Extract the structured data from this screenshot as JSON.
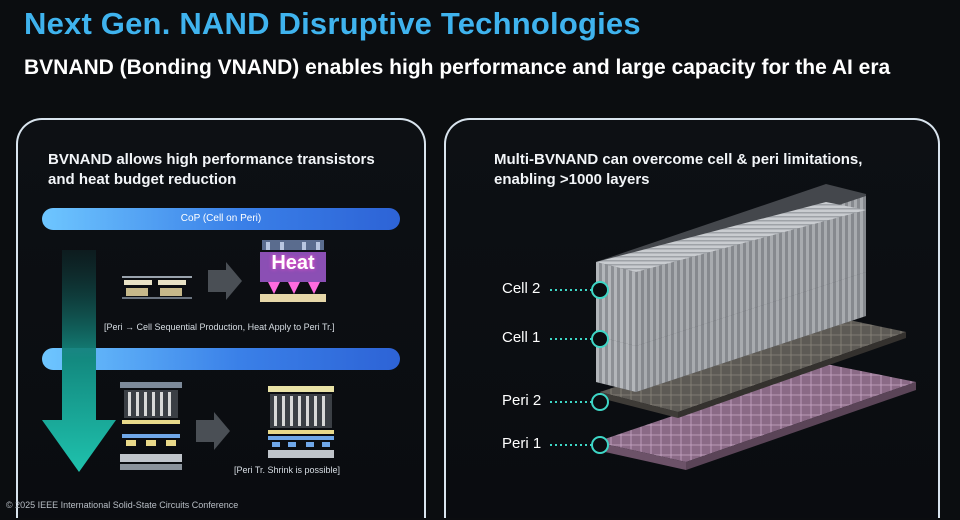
{
  "header": {
    "title": "Next Gen. NAND Disruptive Technologies",
    "subtitle": "BVNAND (Bonding VNAND) enables high performance and large capacity for the AI era"
  },
  "left_panel": {
    "heading": "BVNAND allows high performance transistors\nand heat budget reduction",
    "bar1_label": "CoP (Cell on Peri)",
    "bar2_label": "",
    "heat_label": "Heat",
    "caption1": "[Peri → Cell Sequential Production, Heat Apply to Peri Tr.]",
    "caption2": "[Peri Tr. Shrink is possible]"
  },
  "right_panel": {
    "heading": "Multi-BVNAND can overcome cell & peri limitations,\nenabling >1000 layers",
    "layers": [
      "Cell 2",
      "Cell 1",
      "Peri 2",
      "Peri 1"
    ]
  },
  "footer": {
    "copyright": "© 2025 IEEE International Solid-State Circuits Conference"
  },
  "colors": {
    "title": "#3fb3ee",
    "bar_start": "#6ec6ff",
    "bar_end": "#2d63d6",
    "arrow_teal": "#1aa89a",
    "dot_teal": "#3ed6c6",
    "heat_glow": "#ff4fd0"
  }
}
